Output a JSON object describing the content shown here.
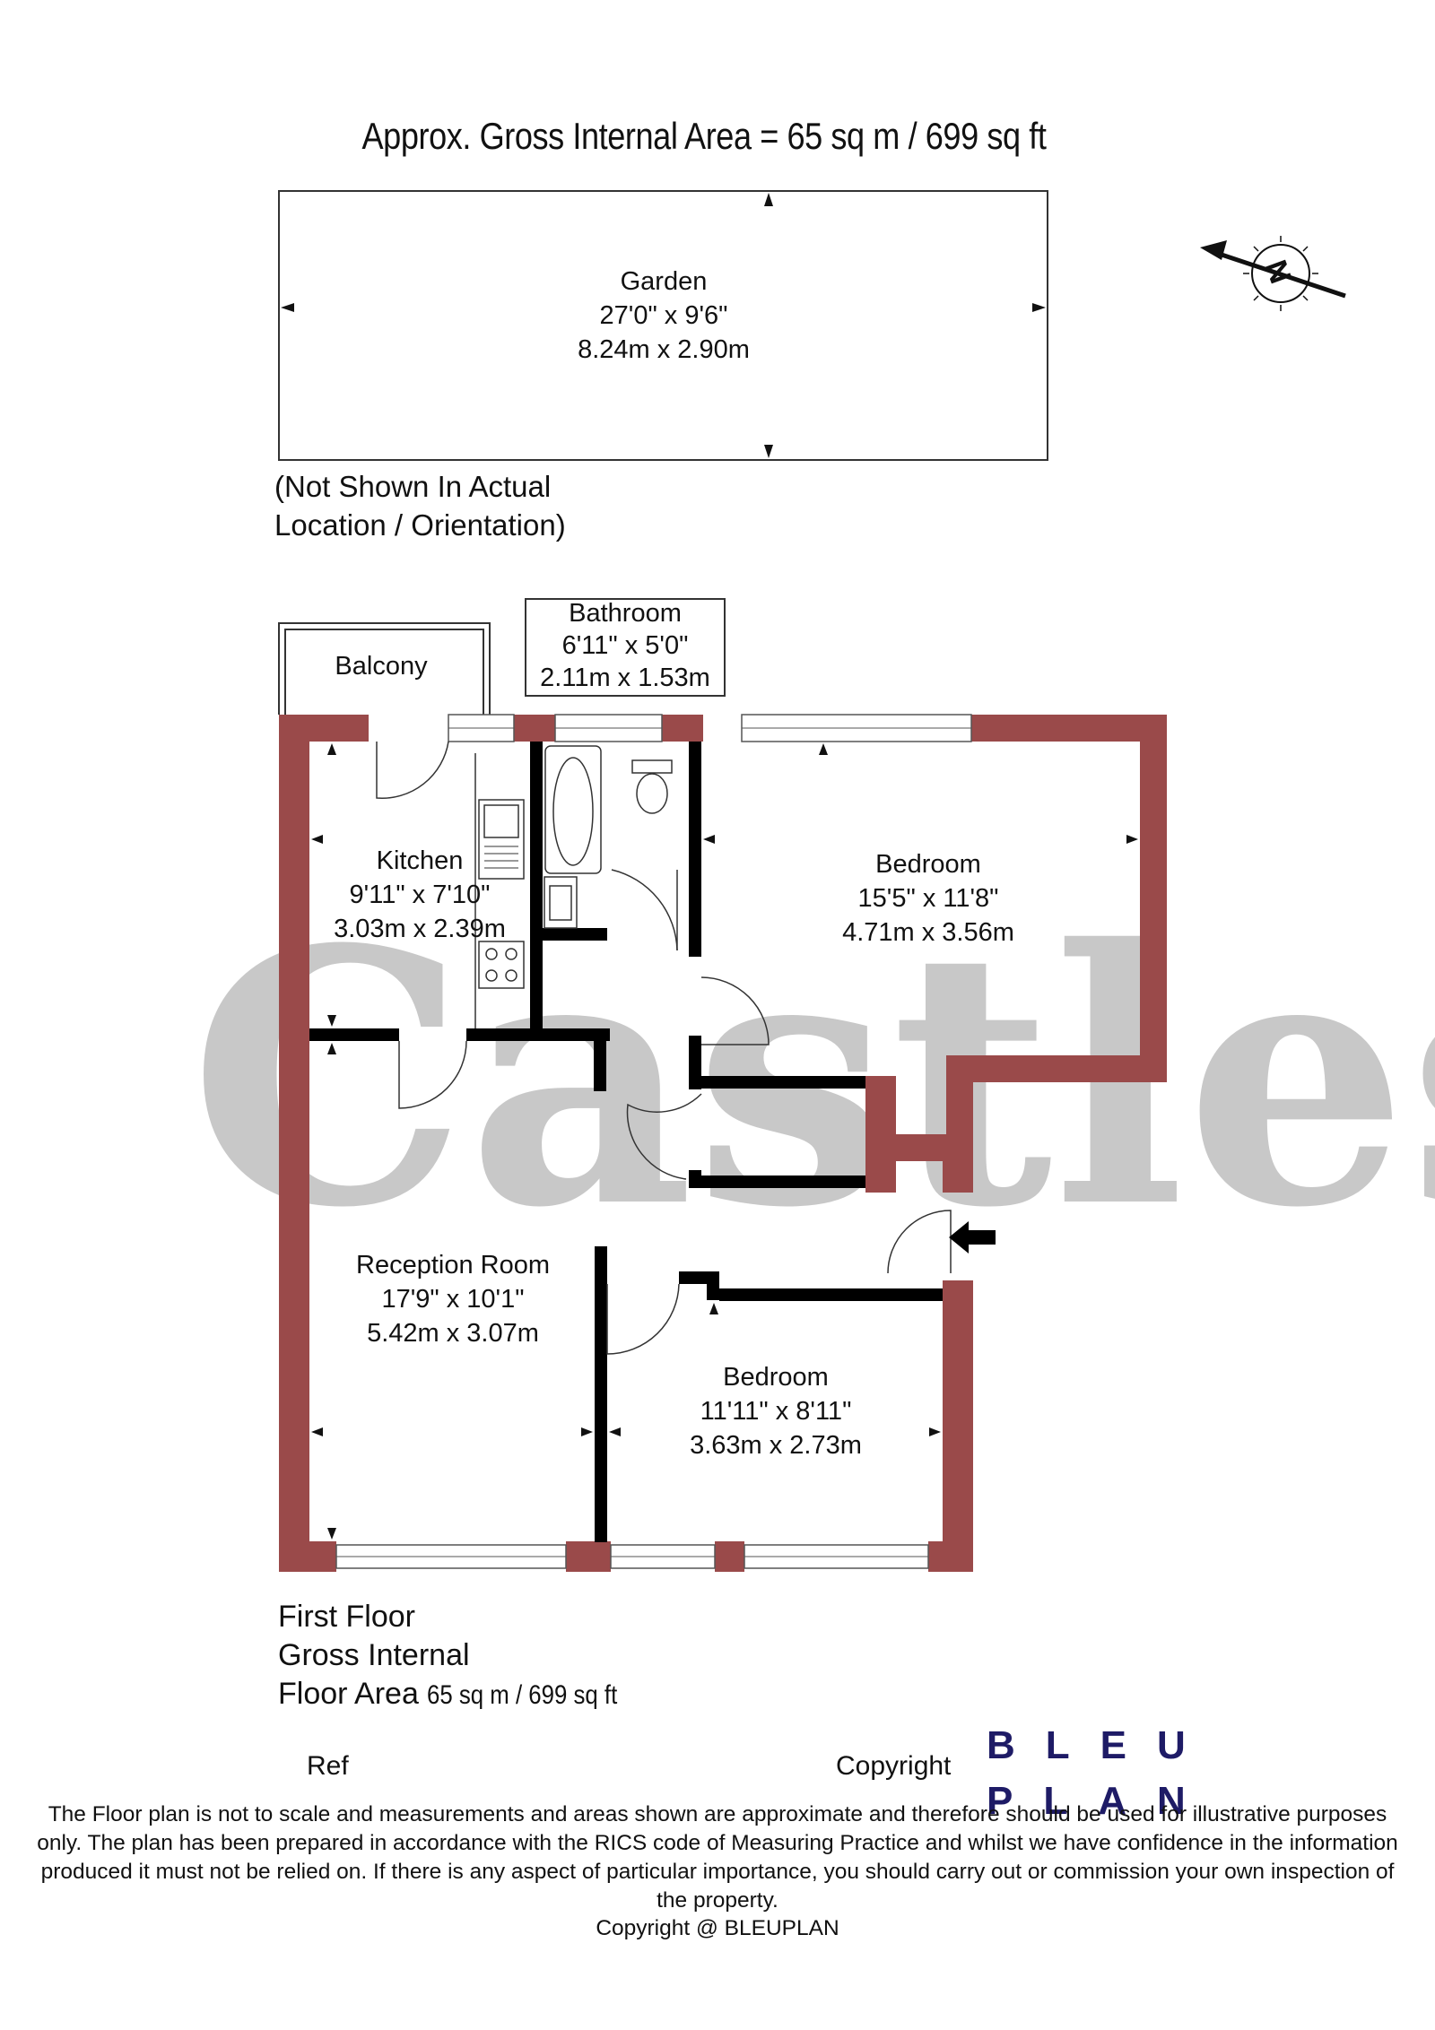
{
  "header": {
    "area_title": "Approx. Gross Internal Area = 65 sq m / 699 sq ft"
  },
  "garden": {
    "name": "Garden",
    "imperial": "27'0\" x 9'6\"",
    "metric": "8.24m x 2.90m"
  },
  "orientation_note": {
    "line1": "(Not Shown In Actual",
    "line2": "Location / Orientation)"
  },
  "compass": {
    "letter": "N"
  },
  "rooms": {
    "balcony": {
      "name": "Balcony"
    },
    "bathroom": {
      "name": "Bathroom",
      "imperial": "6'11\" x 5'0\"",
      "metric": "2.11m x 1.53m"
    },
    "kitchen": {
      "name": "Kitchen",
      "imperial": "9'11\" x 7'10\"",
      "metric": "3.03m x 2.39m"
    },
    "bedroom1": {
      "name": "Bedroom",
      "imperial": "15'5\" x 11'8\"",
      "metric": "4.71m x 3.56m"
    },
    "reception": {
      "name": "Reception Room",
      "imperial": "17'9\" x 10'1\"",
      "metric": "5.42m x 3.07m"
    },
    "bedroom2": {
      "name": "Bedroom",
      "imperial": "11'11\" x 8'11\"",
      "metric": "3.63m x 2.73m"
    }
  },
  "floor_summary": {
    "line1": "First Floor",
    "line2": "Gross Internal",
    "line3a": "Floor Area",
    "line3b": "65 sq m / 699 sq ft"
  },
  "footer": {
    "ref": "Ref",
    "copyright": "Copyright",
    "logo_line1": "BLEU",
    "logo_line2": "PLAN",
    "disclaimer": "The Floor plan is not to scale and measurements and areas shown are approximate and therefore should be used for illustrative purposes only. The plan has been prepared in accordance with the RICS code of Measuring Practice and whilst we have confidence in the information produced it must not be relied on. If there is any aspect of particular importance, you should carry out or commission your own inspection of the property.",
    "copyright_line": "Copyright @ BLEUPLAN"
  },
  "watermark": {
    "text": "Castles",
    "color": "#c8c8c8"
  },
  "colors": {
    "external_wall": "#9a4a4a",
    "internal_wall": "#000000",
    "logo": "#1e1b66"
  }
}
